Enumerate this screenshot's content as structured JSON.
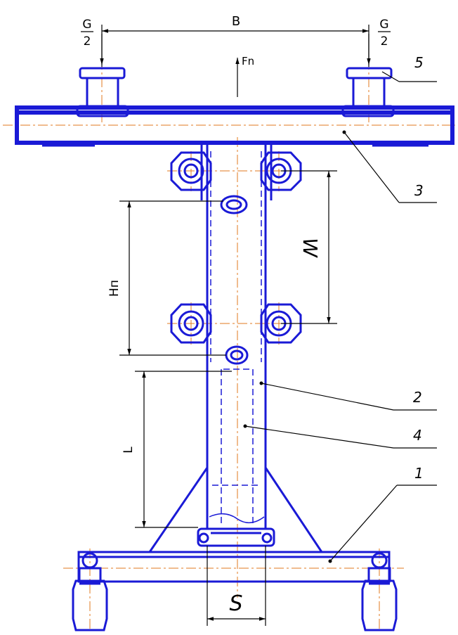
{
  "labels": {
    "dim_B": "B",
    "load_left_num": "G",
    "load_left_den": "2",
    "load_right_num": "G",
    "load_right_den": "2",
    "force": "Fn",
    "dim_W": "W",
    "dim_Hn": "Hп",
    "dim_L": "L",
    "dim_S": "S",
    "part_1": "1",
    "part_2": "2",
    "part_3": "3",
    "part_4": "4",
    "part_5": "5"
  },
  "colors": {
    "outline": "#1a1ad6",
    "axis": "#e07a1f",
    "dimension": "#000000"
  }
}
